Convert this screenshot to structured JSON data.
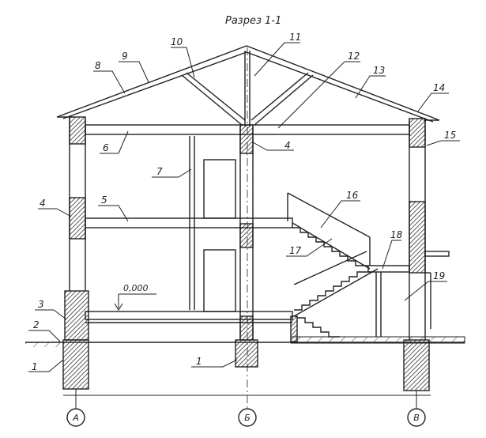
{
  "title": "Разрез 1-1",
  "level_mark": "0,000",
  "axes": [
    "А",
    "Б",
    "В"
  ],
  "callouts": [
    "1",
    "1",
    "2",
    "3",
    "4",
    "4",
    "5",
    "6",
    "7",
    "8",
    "9",
    "10",
    "11",
    "12",
    "13",
    "14",
    "15",
    "16",
    "17",
    "18",
    "19"
  ]
}
